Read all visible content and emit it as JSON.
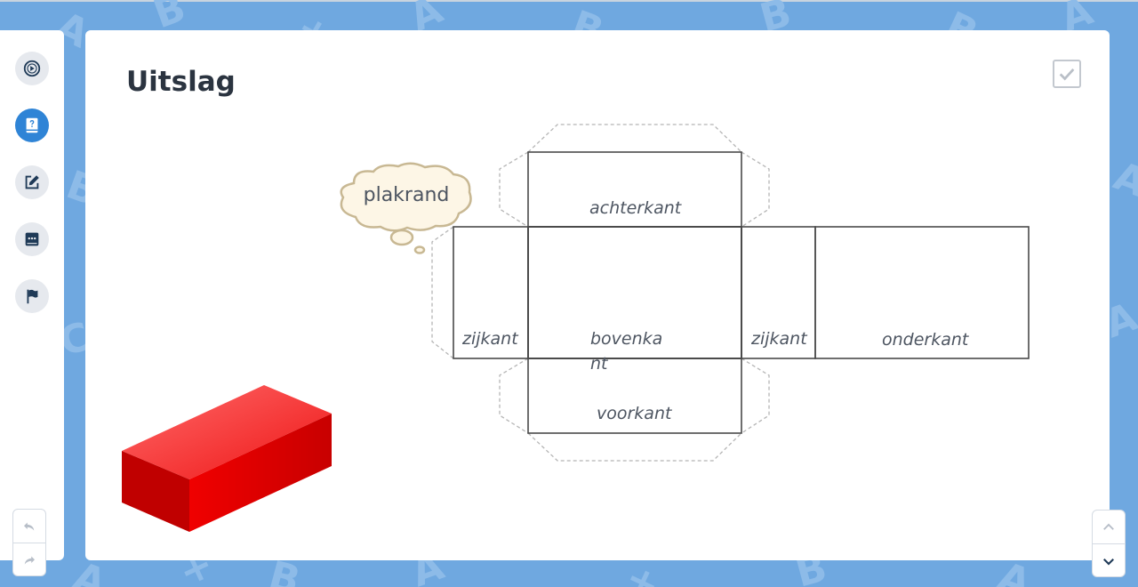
{
  "page": {
    "title": "Uitslag"
  },
  "sidebar": {
    "items": [
      {
        "name": "play-icon",
        "active": false
      },
      {
        "name": "book-icon",
        "active": true
      },
      {
        "name": "edit-icon",
        "active": false
      },
      {
        "name": "chat-icon",
        "active": false
      },
      {
        "name": "flag-icon",
        "active": false
      }
    ],
    "undo_icon": "undo-icon",
    "redo_icon": "redo-icon"
  },
  "net": {
    "callout": "plakrand",
    "faces": {
      "top": "achterkant",
      "left": "zijkant",
      "center": "bovenkant",
      "right": "zijkant",
      "far_right": "onderkant",
      "bottom": "voorkant"
    }
  },
  "controls": {
    "check_icon": "check-icon",
    "scroll_up_icon": "chevron-up-icon",
    "scroll_down_icon": "chevron-down-icon"
  },
  "colors": {
    "background": "#6fa8e0",
    "accent": "#2f84d6",
    "box": "#e01010"
  }
}
